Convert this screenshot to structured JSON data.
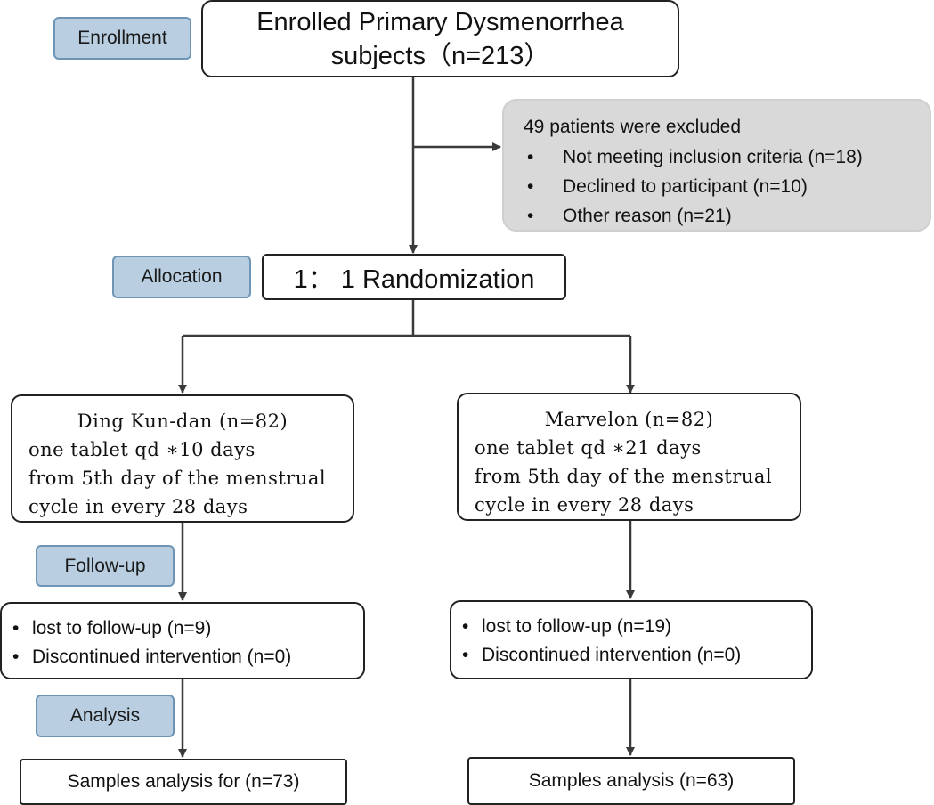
{
  "stages": {
    "enrollment": "Enrollment",
    "allocation": "Allocation",
    "followup": "Follow-up",
    "analysis": "Analysis"
  },
  "enrolled": {
    "line1": "Enrolled Primary Dysmenorrhea",
    "line2": "subjects（n=213）"
  },
  "excluded": {
    "header": "49 patients were excluded",
    "bullet_symbol": "•",
    "items": [
      "Not meeting inclusion criteria (n=18)",
      "Declined to participant (n=10)",
      "Other reason (n=21)"
    ]
  },
  "randomization": "1： 1 Randomization",
  "arms": [
    {
      "title": "Ding Kun-dan (n=82)",
      "lines": [
        "one tablet qd ∗10 days",
        "from 5th day of the menstrual",
        "cycle in every 28 days"
      ]
    },
    {
      "title": "Marvelon (n=82)",
      "lines": [
        "one tablet qd ∗21 days",
        "from 5th day of the menstrual",
        "cycle in every 28 days"
      ]
    }
  ],
  "followup": [
    {
      "bullet_symbol": "•",
      "items": [
        "lost to follow-up (n=9)",
        "Discontinued intervention (n=0)"
      ]
    },
    {
      "bullet_symbol": "•",
      "items": [
        "lost to follow-up (n=19)",
        "Discontinued intervention (n=0)"
      ]
    }
  ],
  "results": [
    "Samples analysis for  (n=73)",
    "Samples analysis (n=63)"
  ],
  "colors": {
    "stage_fill": "#b9cfe1",
    "stage_border": "#6e94b6",
    "excluded_fill": "#d9d9d9",
    "line": "#3a3a3a"
  }
}
